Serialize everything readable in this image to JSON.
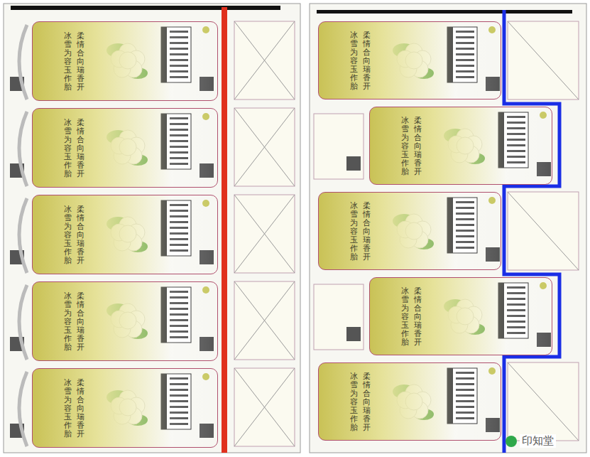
{
  "diagram": {
    "nodes": [
      {
        "text": [
          "冰雪为容玉作胎",
          "柔情合向瑞香开"
        ]
      },
      {
        "text": [
          "冰雪为容玉作胎",
          "柔情合向瑞香开"
        ]
      },
      {
        "text": [
          "冰雪为容玉作胎",
          "柔情合向瑞香开"
        ]
      },
      {
        "text": [
          "冰雪为容玉作胎",
          "柔情合向瑞香开"
        ]
      },
      {
        "text": [
          "冰雪为容玉作胎",
          "柔情合向瑞香开"
        ]
      },
      {
        "text": [
          "冰雪为容玉作胎",
          "柔情合向瑞香开"
        ]
      },
      {
        "text": [
          "冰雪为容玉作胎",
          "柔情合向瑞香开"
        ]
      },
      {
        "text": [
          "冰雪为容玉作胎",
          "柔情合向瑞香开"
        ]
      },
      {
        "text": [
          "冰雪为容玉作胎",
          "柔情合向瑞香开"
        ]
      },
      {
        "text": [
          "冰雪为容玉作胎",
          "柔情合向瑞香开"
        ]
      }
    ],
    "labels": [
      "印知堂"
    ]
  }
}
